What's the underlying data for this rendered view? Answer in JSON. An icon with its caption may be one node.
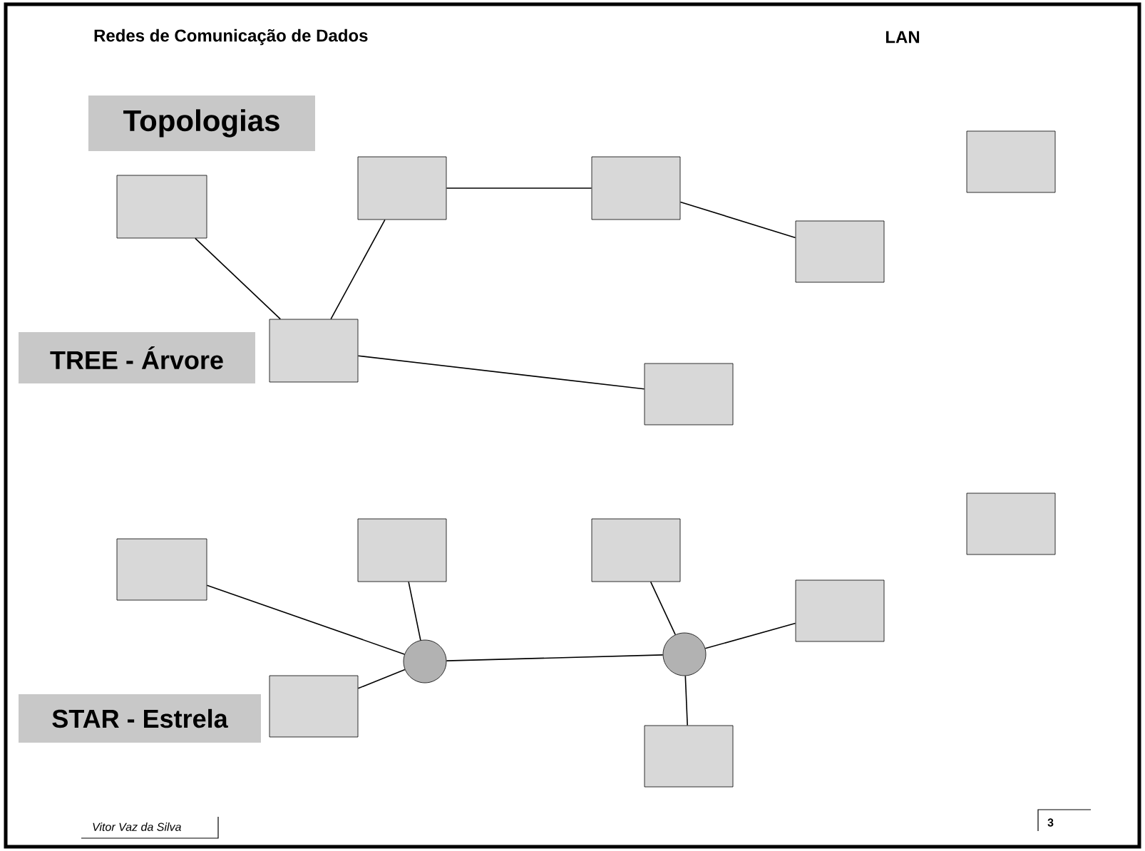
{
  "diagram": {
    "title": "Redes de Comunicação de Dados",
    "nodes": [
      {
        "text": [
          "Topologias"
        ]
      },
      {
        "text": [],
        "shape": "box"
      },
      {
        "text": [],
        "shape": "box"
      },
      {
        "text": [],
        "shape": "box"
      },
      {
        "text": [],
        "shape": "box"
      },
      {
        "text": [],
        "shape": "box"
      },
      {
        "text": [
          "TREE - Árvore"
        ]
      },
      {
        "text": [],
        "shape": "box"
      },
      {
        "text": [],
        "shape": "box"
      },
      {
        "text": [],
        "shape": "box"
      },
      {
        "text": [],
        "shape": "box"
      },
      {
        "text": [],
        "shape": "box"
      },
      {
        "text": [],
        "shape": "box"
      },
      {
        "text": [],
        "shape": "box"
      },
      {
        "text": [],
        "shape": "circle"
      },
      {
        "text": [],
        "shape": "circle"
      },
      {
        "text": [
          "STAR - Estrela"
        ]
      },
      {
        "text": [],
        "shape": "box"
      },
      {
        "text": [],
        "shape": "box"
      }
    ],
    "edges": [
      {
        "from": 1,
        "to": 7,
        "arrow": "none"
      },
      {
        "from": 2,
        "to": 7,
        "arrow": "none"
      },
      {
        "from": 2,
        "to": 3,
        "arrow": "none"
      },
      {
        "from": 3,
        "to": 5,
        "arrow": "none"
      },
      {
        "from": 7,
        "to": 8,
        "arrow": "none"
      },
      {
        "from": 10,
        "to": 14,
        "arrow": "none"
      },
      {
        "from": 11,
        "to": 14,
        "arrow": "none"
      },
      {
        "from": 17,
        "to": 14,
        "arrow": "none"
      },
      {
        "from": 14,
        "to": 15,
        "arrow": "none"
      },
      {
        "from": 12,
        "to": 15,
        "arrow": "none"
      },
      {
        "from": 13,
        "to": 15,
        "arrow": "none"
      },
      {
        "from": 18,
        "to": 15,
        "arrow": "none"
      }
    ],
    "labels": [
      "LAN",
      "Vitor Vaz da Silva",
      "3"
    ]
  }
}
